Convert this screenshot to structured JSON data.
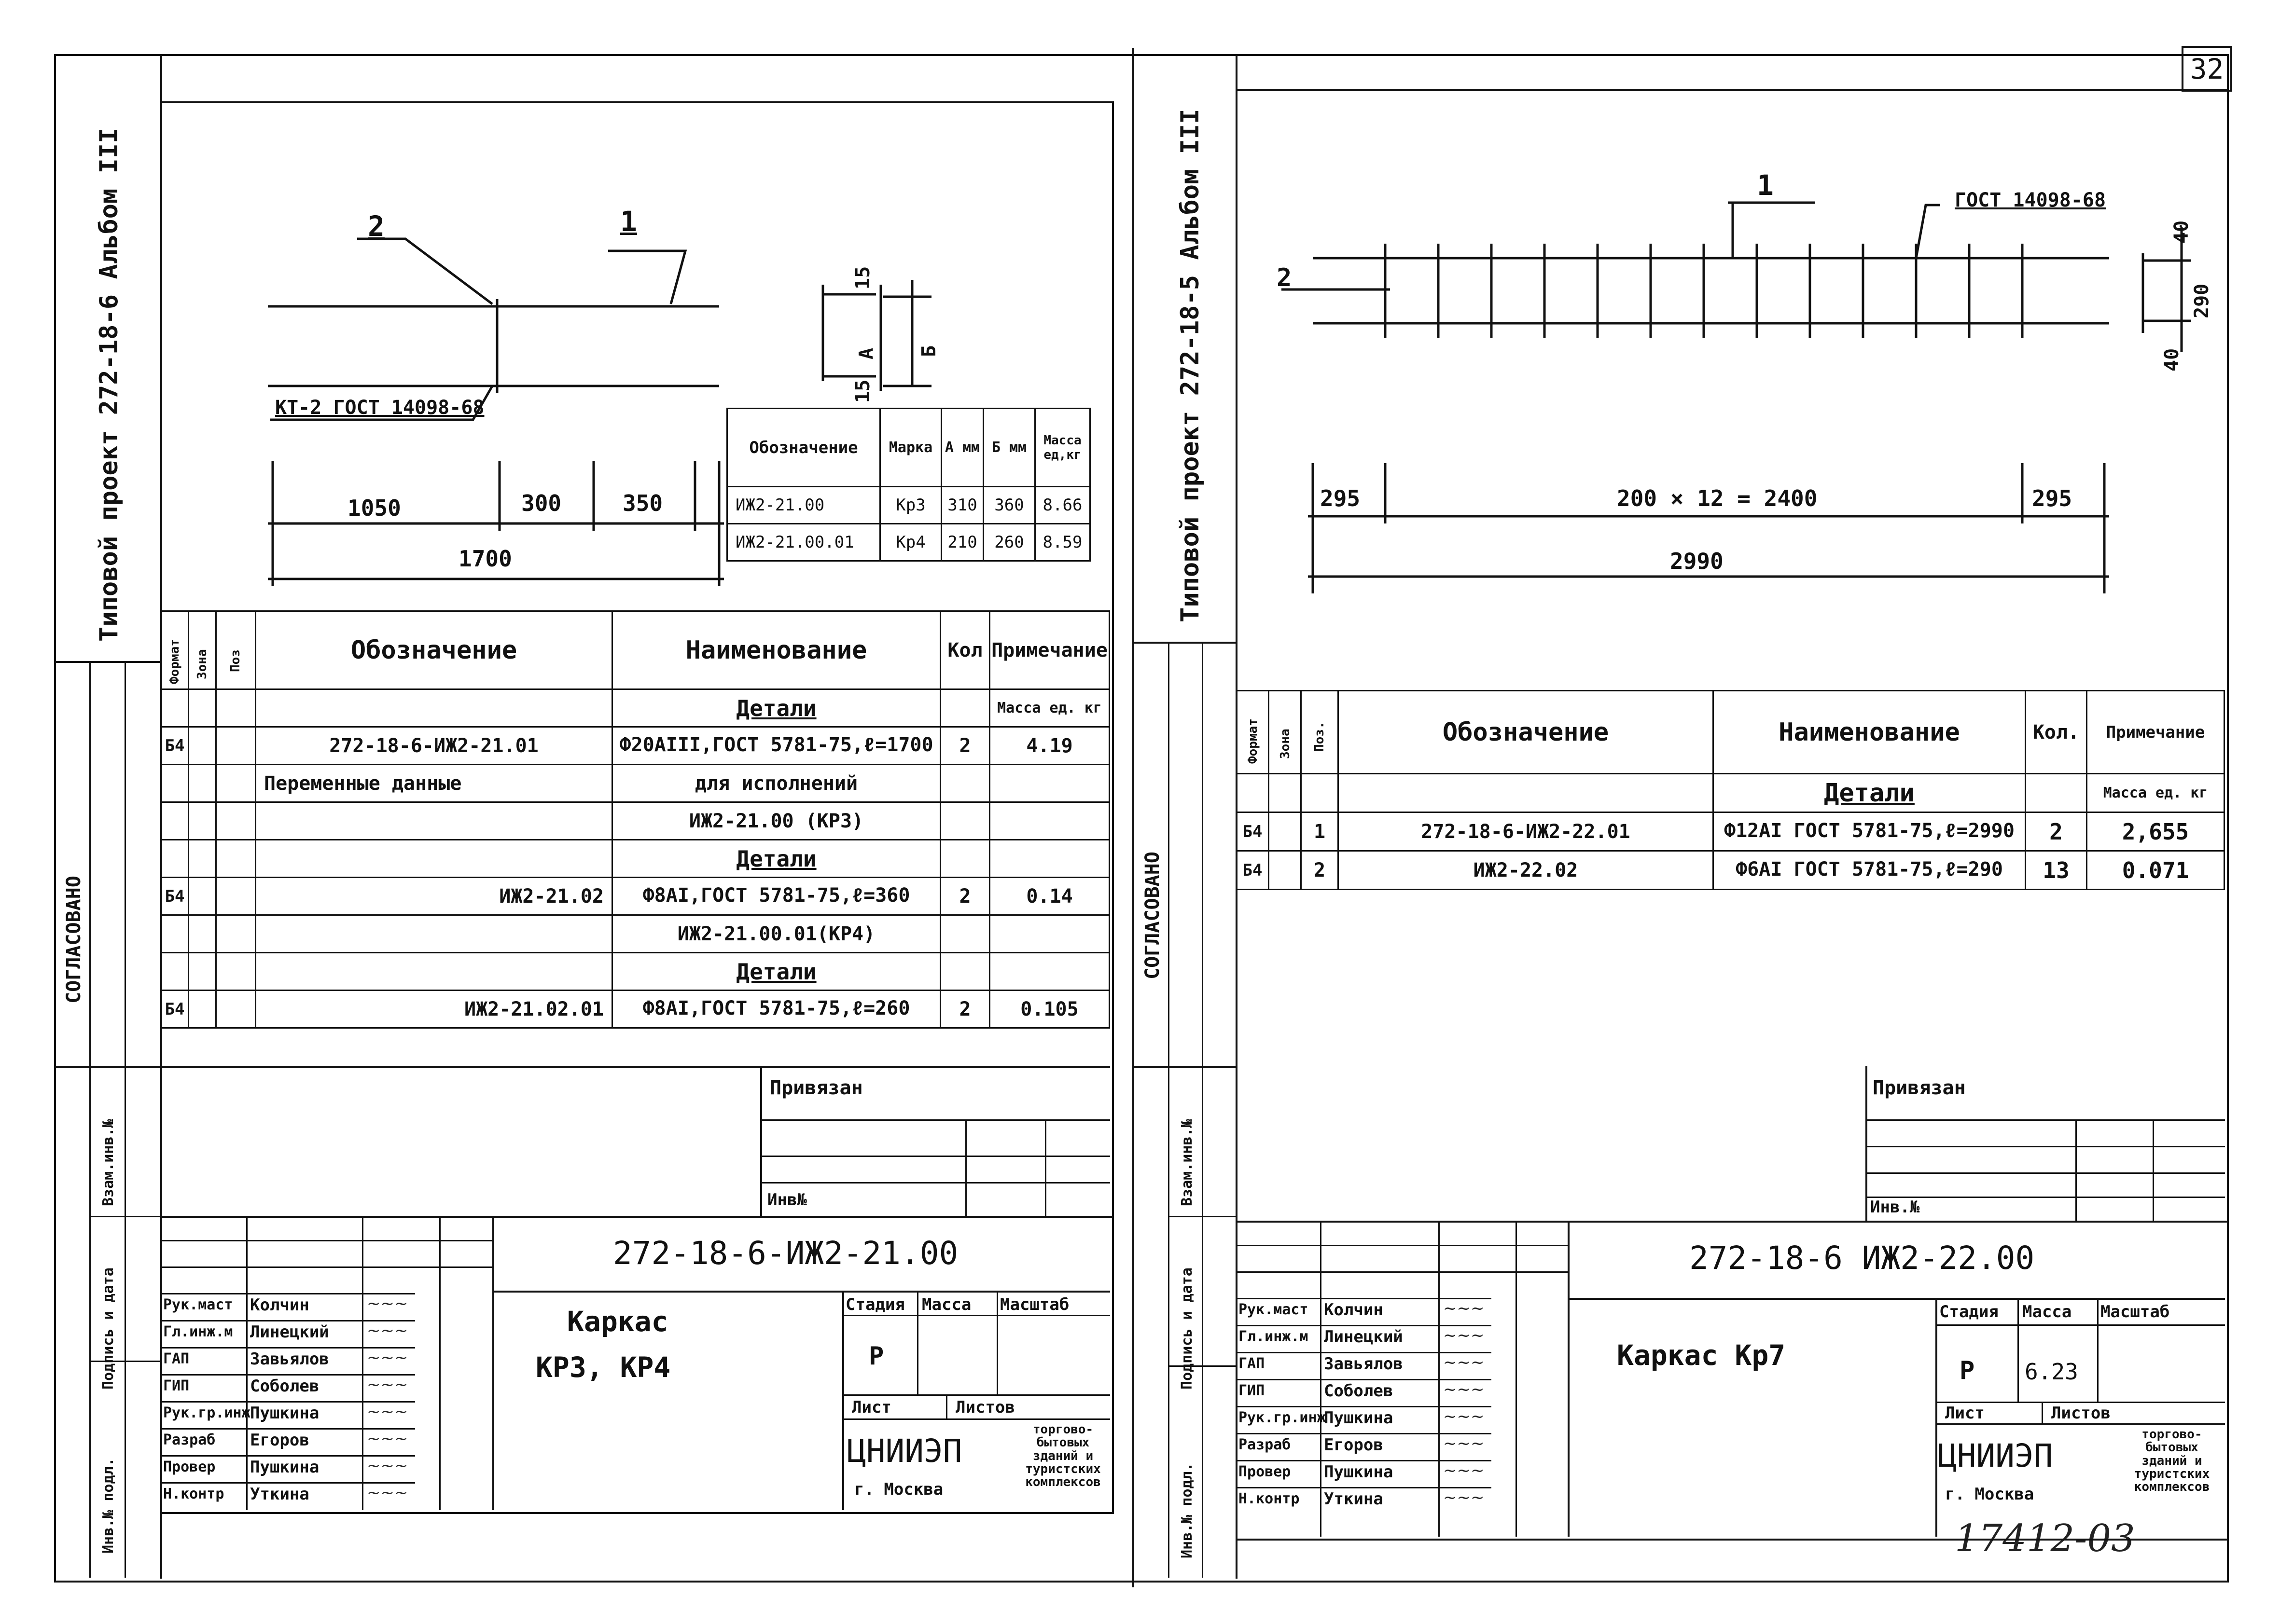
{
  "sheet_number": "32",
  "archive_number": "17412-03",
  "left": {
    "side_title": "Типовой проект 272-18-6 Альбом III",
    "side_agreed": "СОГЛАСОВАНО",
    "side_labels": [
      "Инв.№ подл.",
      "Подпись и дата",
      "Взам.инв.№"
    ],
    "drawing": {
      "pos1": "1",
      "pos2": "2",
      "kt_label": "КТ-2 ГОСТ 14098-68",
      "dims": [
        "1050",
        "300",
        "350",
        "1700"
      ],
      "section_dims": [
        "15",
        "А",
        "Б",
        "15"
      ]
    },
    "mini_table": {
      "headers": [
        "Обозначение",
        "Марка",
        "А мм",
        "Б мм",
        "Масса ед,кг"
      ],
      "rows": [
        [
          "ИЖ2-21.00",
          "Кр3",
          "310",
          "360",
          "8.66"
        ],
        [
          "ИЖ2-21.00.01",
          "Кр4",
          "210",
          "260",
          "8.59"
        ]
      ]
    },
    "spec": {
      "headers": [
        "Формат",
        "Зона",
        "Поз",
        "Обозначение",
        "Наименование",
        "Кол",
        "Примечание"
      ],
      "rows": [
        {
          "fmt": "",
          "desig": "",
          "name": "Детали",
          "qty": "",
          "note": "Масса ед. кг"
        },
        {
          "fmt": "Б4",
          "desig": "272-18-6-ИЖ2-21.01",
          "name": "Ф20АIII,ГОСТ 5781-75,ℓ=1700",
          "qty": "2",
          "note": "4.19"
        },
        {
          "fmt": "",
          "desig": "Переменные данные",
          "name": "для исполнений",
          "qty": "",
          "note": ""
        },
        {
          "fmt": "",
          "desig": "",
          "name": "ИЖ2-21.00 (КР3)",
          "qty": "",
          "note": ""
        },
        {
          "fmt": "",
          "desig": "",
          "name": "Детали",
          "qty": "",
          "note": ""
        },
        {
          "fmt": "Б4",
          "desig": "ИЖ2-21.02",
          "name": "Ф8АI,ГОСТ 5781-75,ℓ=360",
          "qty": "2",
          "note": "0.14"
        },
        {
          "fmt": "",
          "desig": "",
          "name": "ИЖ2-21.00.01(КР4)",
          "qty": "",
          "note": ""
        },
        {
          "fmt": "",
          "desig": "",
          "name": "Детали",
          "qty": "",
          "note": ""
        },
        {
          "fmt": "Б4",
          "desig": "ИЖ2-21.02.01",
          "name": "Ф8АI,ГОСТ 5781-75,ℓ=260",
          "qty": "2",
          "note": "0.105"
        }
      ]
    },
    "privyazan": "Привязан",
    "inv_no": "Инв№",
    "code": "272-18-6-ИЖ2-21.00",
    "title": [
      "Каркас",
      "КР3, КР4"
    ],
    "stage_headers": [
      "Стадия",
      "Масса",
      "Масштаб"
    ],
    "stage": "Р",
    "mass": "",
    "sheet_labels": [
      "Лист",
      "Листов"
    ],
    "org": "ЦНИИЭП",
    "city": "г. Москва",
    "org_desc": "торгово-бытовых зданий и туристских комплексов",
    "staff": [
      [
        "Рук.маст",
        "Колчин"
      ],
      [
        "Гл.инж.м",
        "Линецкий"
      ],
      [
        "ГАП",
        "Завьялов"
      ],
      [
        "ГИП",
        "Соболев"
      ],
      [
        "Рук.гр.инж",
        "Пушкина"
      ],
      [
        "Разраб",
        "Егоров"
      ],
      [
        "Провер",
        "Пушкина"
      ],
      [
        "Н.контр",
        "Уткина"
      ]
    ]
  },
  "right": {
    "side_title": "Типовой проект 272-18-5 Альбом III",
    "side_agreed": "СОГЛАСОВАНО",
    "side_labels": [
      "Инв.№ подл.",
      "Подпись и дата",
      "Взам.инв.№"
    ],
    "drawing": {
      "pos1": "1",
      "pos2": "2",
      "gost_label": "ГОСТ 14098-68",
      "dims": [
        "295",
        "200 × 12 = 2400",
        "295",
        "2990"
      ],
      "section_dims": [
        "40",
        "290",
        "40"
      ]
    },
    "spec": {
      "headers": [
        "Формат",
        "Зона",
        "Поз.",
        "Обозначение",
        "Наименование",
        "Кол.",
        "Примечание"
      ],
      "rows": [
        {
          "fmt": "",
          "pos": "",
          "desig": "",
          "name": "Детали",
          "qty": "",
          "note": "Масса ед. кг"
        },
        {
          "fmt": "Б4",
          "pos": "1",
          "desig": "272-18-6-ИЖ2-22.01",
          "name": "Ф12АI ГОСТ 5781-75,ℓ=2990",
          "qty": "2",
          "note": "2,655"
        },
        {
          "fmt": "Б4",
          "pos": "2",
          "desig": "ИЖ2-22.02",
          "name": "Ф6АI ГОСТ 5781-75,ℓ=290",
          "qty": "13",
          "note": "0.071"
        }
      ]
    },
    "privyazan": "Привязан",
    "inv_no": "Инв.№",
    "code": "272-18-6 ИЖ2-22.00",
    "title": "Каркас Кр7",
    "stage_headers": [
      "Стадия",
      "Масса",
      "Масштаб"
    ],
    "stage": "Р",
    "mass": "6.23",
    "sheet_labels": [
      "Лист",
      "Листов"
    ],
    "org": "ЦНИИЭП",
    "city": "г. Москва",
    "org_desc": "торгово-бытовых зданий и туристских комплексов",
    "staff": [
      [
        "Рук.маст",
        "Колчин"
      ],
      [
        "Гл.инж.м",
        "Линецкий"
      ],
      [
        "ГАП",
        "Завьялов"
      ],
      [
        "ГИП",
        "Соболев"
      ],
      [
        "Рук.гр.инж",
        "Пушкина"
      ],
      [
        "Разраб",
        "Егоров"
      ],
      [
        "Провер",
        "Пушкина"
      ],
      [
        "Н.контр",
        "Уткина"
      ]
    ]
  }
}
